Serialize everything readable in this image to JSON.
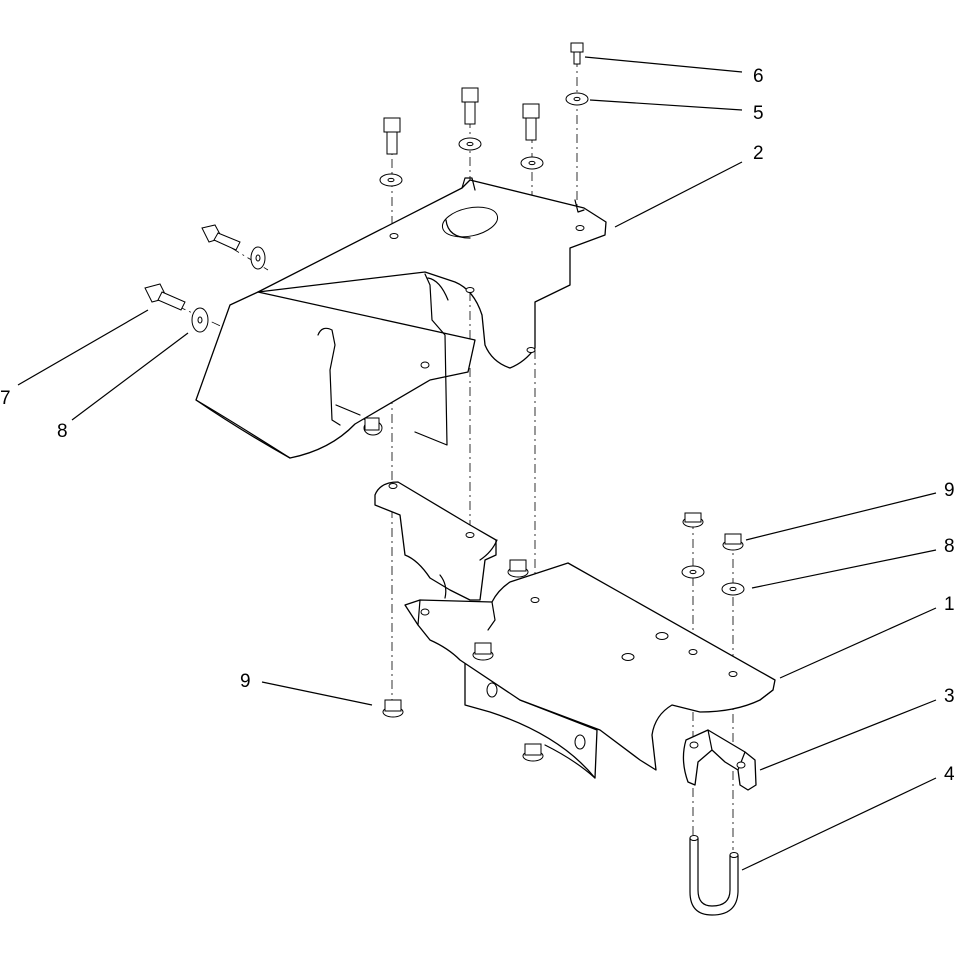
{
  "callouts": [
    {
      "id": "c6",
      "label": "6"
    },
    {
      "id": "c5",
      "label": "5"
    },
    {
      "id": "c2",
      "label": "2"
    },
    {
      "id": "c7",
      "label": "7"
    },
    {
      "id": "c8a",
      "label": "8"
    },
    {
      "id": "c9a",
      "label": "9"
    },
    {
      "id": "c8b",
      "label": "8"
    },
    {
      "id": "c1",
      "label": "1"
    },
    {
      "id": "c3",
      "label": "3"
    },
    {
      "id": "c4",
      "label": "4"
    },
    {
      "id": "c9b",
      "label": "9"
    }
  ]
}
